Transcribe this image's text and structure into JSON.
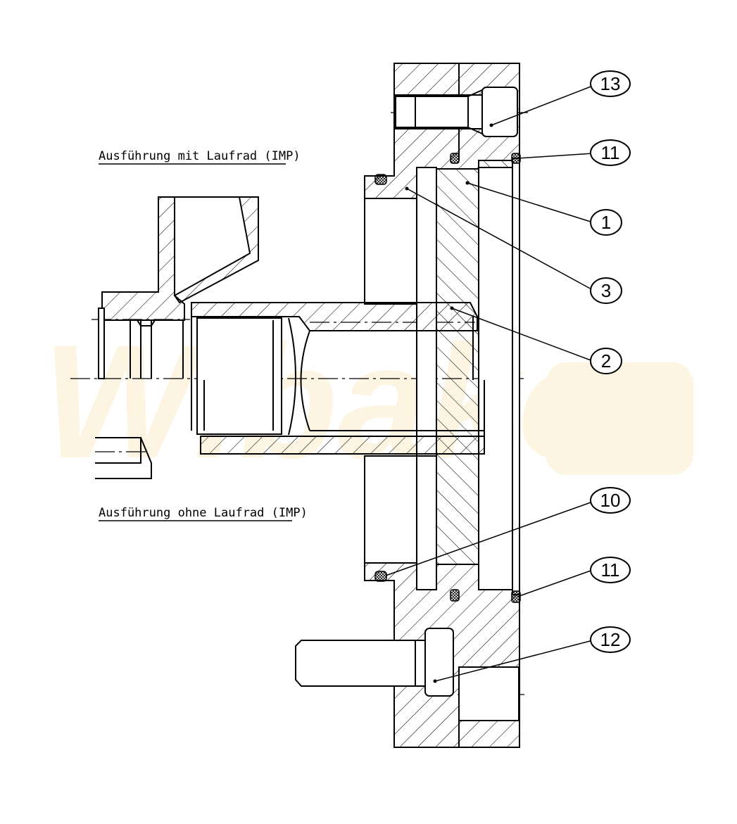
{
  "labels": {
    "with_impeller": "Ausführung mit Laufrad (IMP)",
    "without_impeller": "Ausführung ohne Laufrad (IMP)"
  },
  "watermark": {
    "text": "Wibako",
    "color": "#fdf4e2"
  },
  "callouts": [
    {
      "id": "13"
    },
    {
      "id": "11"
    },
    {
      "id": "1"
    },
    {
      "id": "3"
    },
    {
      "id": "2"
    },
    {
      "id": "10"
    },
    {
      "id": "11"
    },
    {
      "id": "12"
    }
  ],
  "colors": {
    "line": "#000000",
    "background": "#ffffff"
  }
}
